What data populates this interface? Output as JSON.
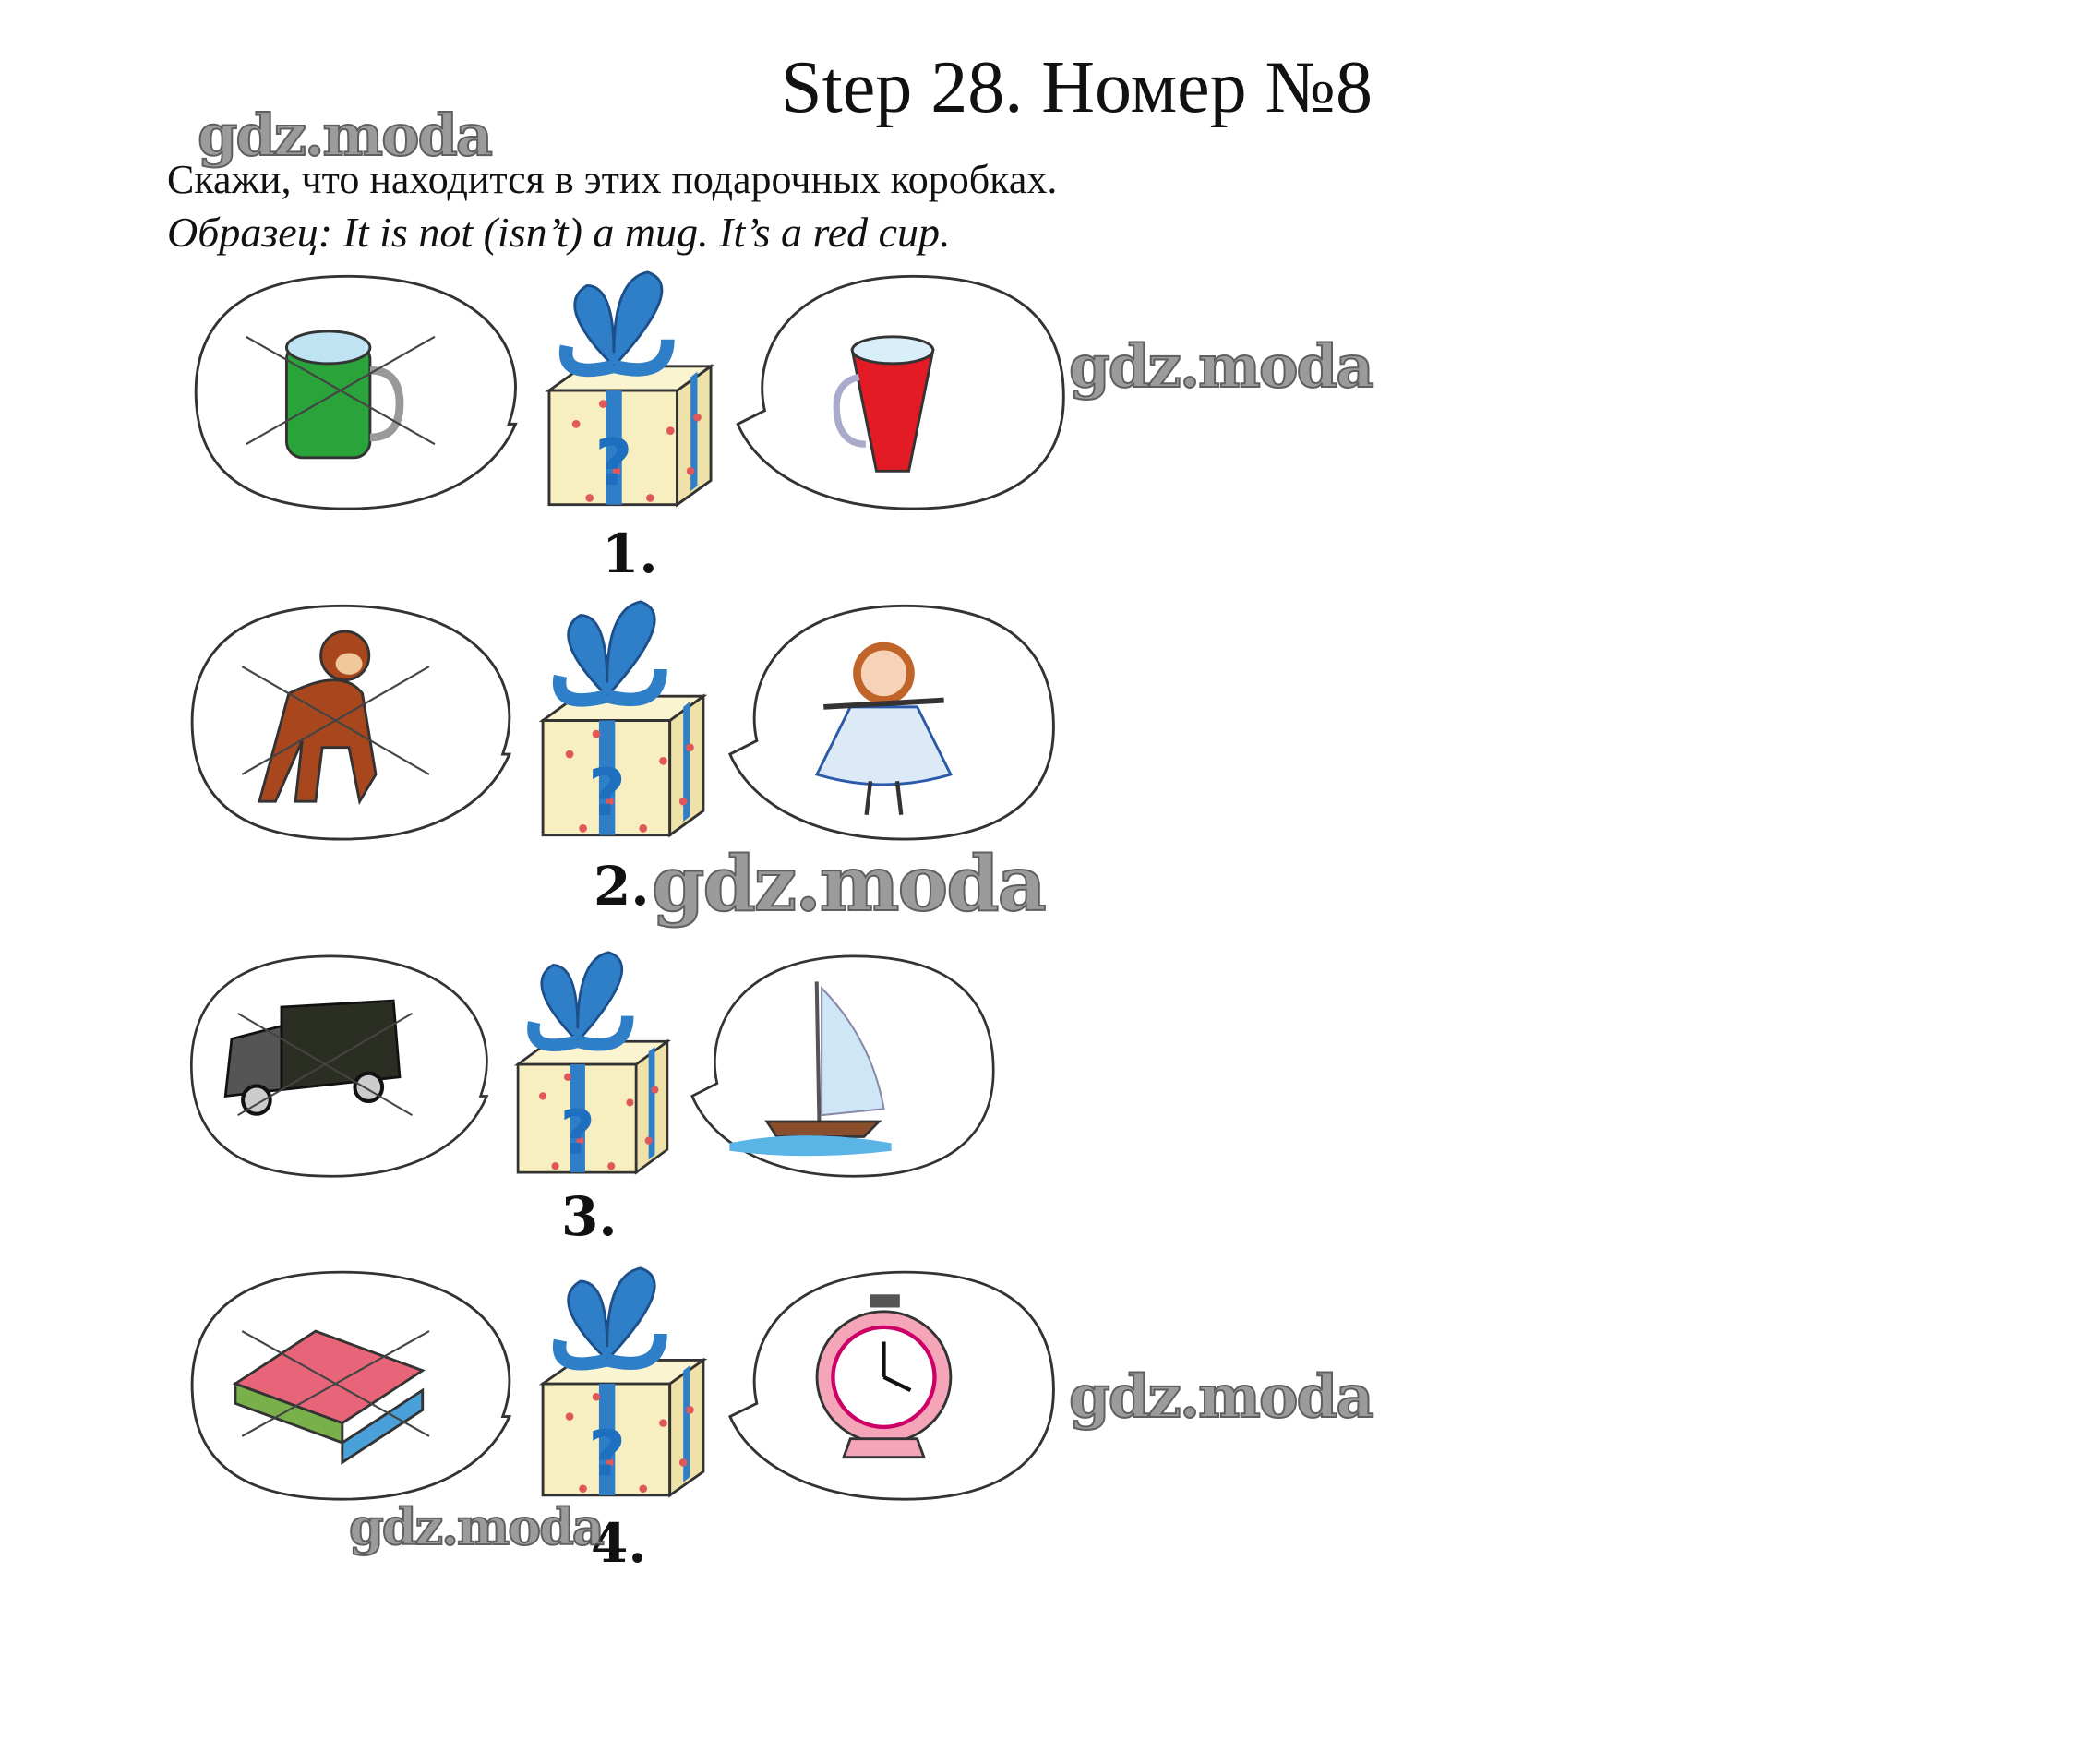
{
  "title": "Step 28. Номер №8",
  "instruction": "Скажи, что находится в этих подарочных коробках.",
  "example": "Образец: It is not (isn’t) a mug. It’s a red cup.",
  "watermark": "gdz.moda",
  "panels": [
    {
      "number": "1.",
      "not_item": "mug",
      "is_item": "cup"
    },
    {
      "number": "2.",
      "not_item": "monkey",
      "is_item": "doll"
    },
    {
      "number": "3.",
      "not_item": "lorry",
      "is_item": "boat"
    },
    {
      "number": "4.",
      "not_item": "books",
      "is_item": "clock"
    }
  ],
  "colors": {
    "ribbon": "#2f7fc8",
    "box": "#f7efc0",
    "dots": "#e0585a",
    "outline": "#333333"
  }
}
